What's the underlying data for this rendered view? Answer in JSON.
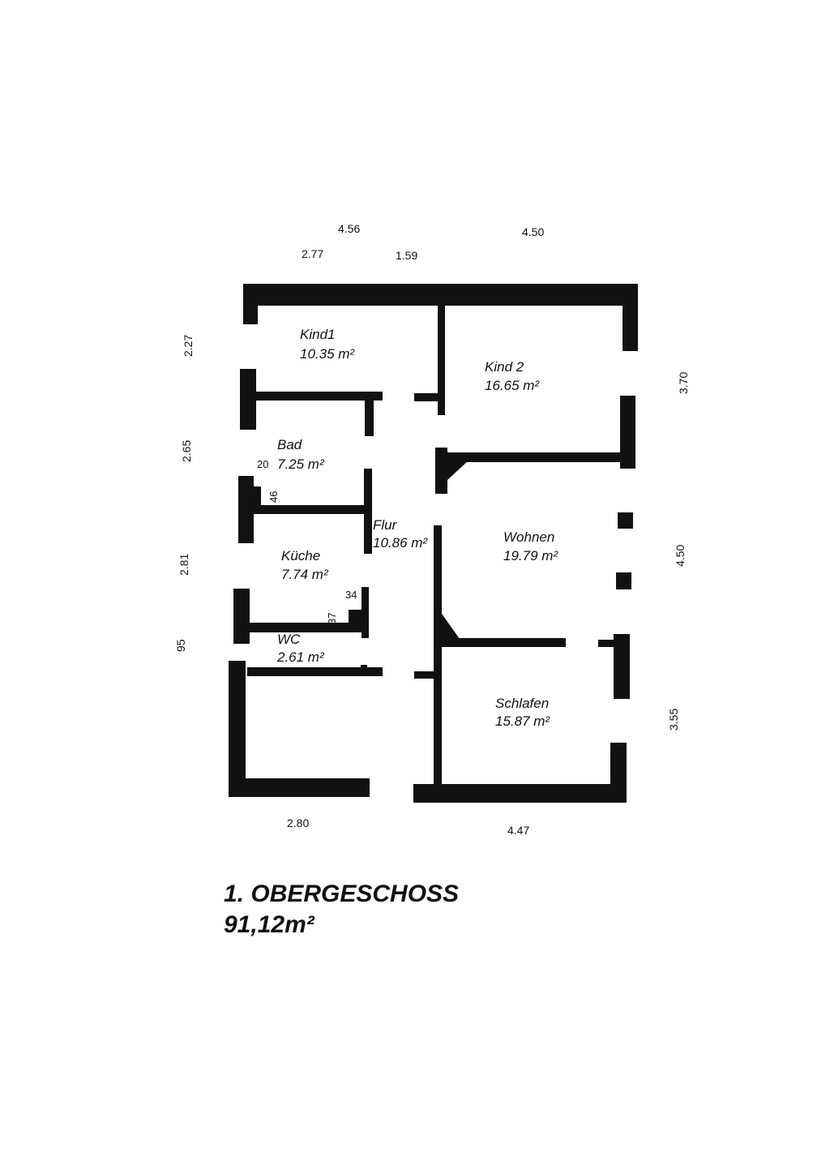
{
  "title": {
    "floor": "1. OBERGESCHOSS",
    "area": "91,12m²"
  },
  "rooms": [
    {
      "name": "Kind1",
      "area": "10.35 m²"
    },
    {
      "name": "Kind 2",
      "area": "16.65 m²"
    },
    {
      "name": "Bad",
      "area": "7.25 m²"
    },
    {
      "name": "Flur",
      "area": "10.86 m²"
    },
    {
      "name": "Wohnen",
      "area": "19.79 m²"
    },
    {
      "name": "Küche",
      "area": "7.74 m²"
    },
    {
      "name": "WC",
      "area": "2.61 m²"
    },
    {
      "name": "Schlafen",
      "area": "15.87 m²"
    }
  ],
  "dimensions": {
    "top": [
      "4.56",
      "4.50",
      "2.77",
      "1.59"
    ],
    "left": [
      "2.27",
      "2.65",
      "2.81",
      "95"
    ],
    "right": [
      "3.70",
      "4.50",
      "3.55"
    ],
    "bottom": [
      "2.80",
      "4.47"
    ],
    "inner": [
      "20",
      "46",
      "34",
      "37"
    ]
  }
}
